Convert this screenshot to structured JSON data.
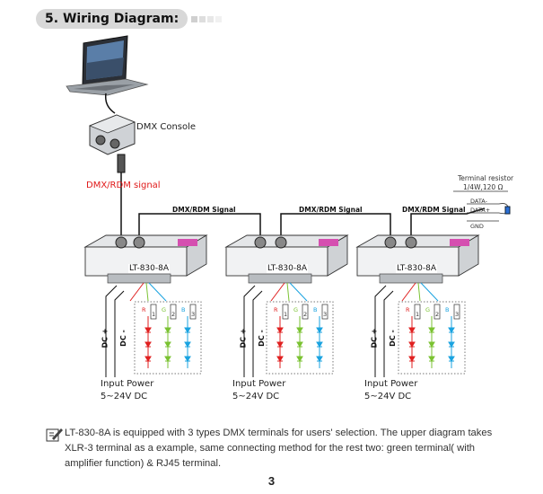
{
  "heading": {
    "number": "5.",
    "title": "Wiring Diagram:"
  },
  "console_label": "DMX Console",
  "console_signal_label": "DMX/RDM signal",
  "link_signal_label": "DMX/RDM Signal",
  "terminal": {
    "title": "Terminal resistor",
    "spec": "1/4W,120 Ω",
    "data_minus": "DATA-",
    "data_plus": "DATA+",
    "gnd": "GND"
  },
  "devices": [
    {
      "name": "LT-830-8A",
      "power_label": "Input Power",
      "power_range": "5~24V DC"
    },
    {
      "name": "LT-830-8A",
      "power_label": "Input Power",
      "power_range": "5~24V DC"
    },
    {
      "name": "LT-830-8A",
      "power_label": "Input Power",
      "power_range": "5~24V DC"
    }
  ],
  "dc_labels": {
    "plus": "DC +",
    "minus": "DC -"
  },
  "channels": [
    {
      "r": "R",
      "n": "1",
      "color": "#e02020"
    },
    {
      "r": "G",
      "n": "2",
      "color": "#7ac231"
    },
    {
      "r": "B",
      "n": "3",
      "color": "#1aa3e0"
    }
  ],
  "note": "LT-830-8A is equipped with 3 types DMX terminals for users' selection. The upper diagram takes XLR-3 terminal as a example, same connecting method for the rest two: green terminal( with amplifier function) & RJ45 terminal.",
  "page_number": "3",
  "icons": {
    "note": "note-pencil-icon",
    "laptop": "laptop-icon",
    "console": "dmx-console-icon"
  }
}
